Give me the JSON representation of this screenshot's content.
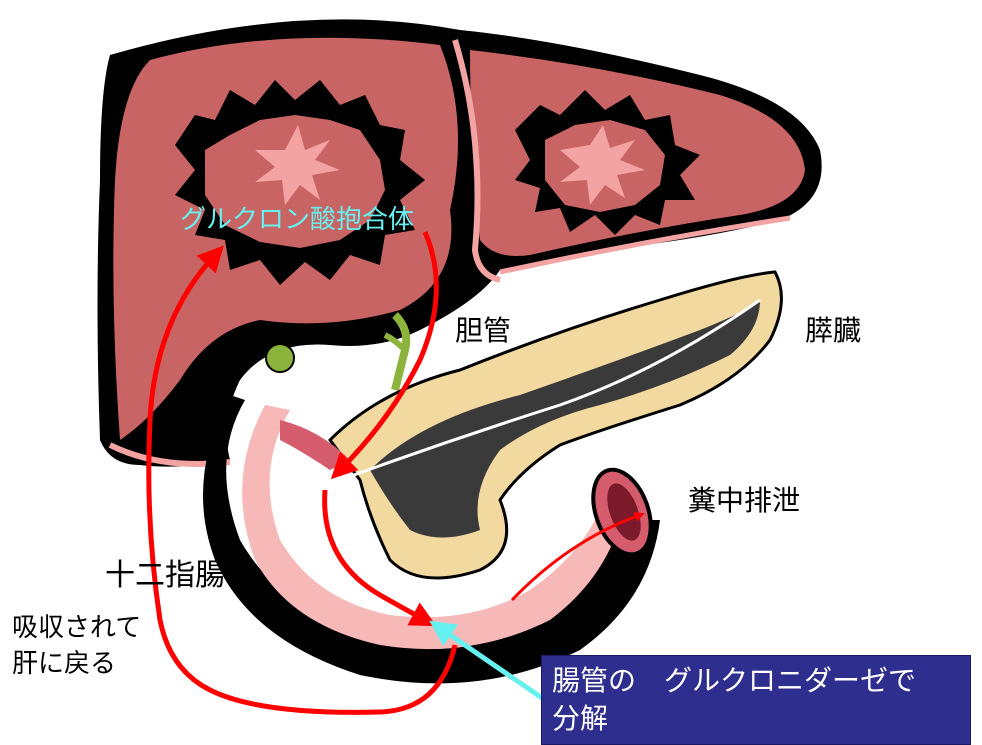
{
  "labels": {
    "glucuronide": "グルクロン酸抱合体",
    "bile_duct": "胆管",
    "pancreas": "膵臓",
    "duodenum": "十二指腸",
    "fecal_excretion": "糞中排泄",
    "reabsorb_line1": "吸収されて",
    "reabsorb_line2": "肝に戻る"
  },
  "callout": {
    "line1": "腸管の　グルクロニダーゼで",
    "line2": "分解"
  },
  "colors": {
    "liver": "#c96464",
    "liver_lobe": "#d47878",
    "liver_star": "#f4a3a3",
    "outline": "#000000",
    "pancreas": "#f2d9a0",
    "pancreas_core": "#3a3a3a",
    "gut": "#f7b8b8",
    "gut_wall": "#d45c6c",
    "arrow_red": "#ff0000",
    "arrow_cyan": "#66f0f0",
    "callout_bg": "#2e2e8f",
    "bile": "#8cb43c"
  },
  "icons": [
    "liver-illustration",
    "pancreas-illustration",
    "duodenum-illustration",
    "gallbladder-icon"
  ]
}
